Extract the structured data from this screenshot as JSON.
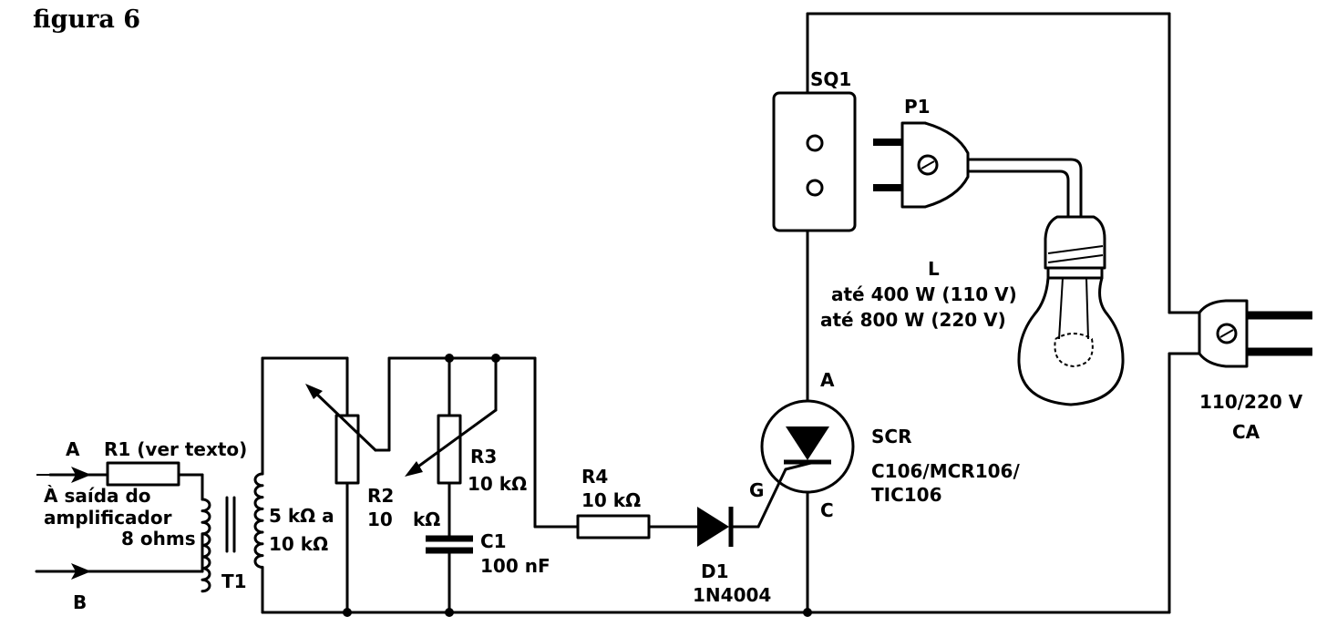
{
  "figure": {
    "title": "figura 6"
  },
  "terminals": {
    "a": "A",
    "b": "B"
  },
  "input": {
    "line1": "À saída do",
    "line2": "amplificador",
    "impedance": "8 ohms"
  },
  "r1": {
    "label": "R1 (ver texto)"
  },
  "t1": {
    "label": "T1",
    "value1": "5 kΩ a",
    "value2": "10 kΩ"
  },
  "r2": {
    "label": "R2",
    "value1": "10",
    "value2": "kΩ"
  },
  "r3": {
    "label": "R3",
    "value": "10 kΩ"
  },
  "c1": {
    "label": "C1",
    "value": "100 nF"
  },
  "r4": {
    "label": "R4",
    "value": "10 kΩ"
  },
  "d1": {
    "label": "D1",
    "part": "1N4004"
  },
  "scr": {
    "label": "SCR",
    "part1": "C106/MCR106/",
    "part2": "TIC106",
    "anode": "A",
    "gate": "G",
    "cathode": "C"
  },
  "sq1": {
    "label": "SQ1"
  },
  "p1": {
    "label": "P1"
  },
  "lamp": {
    "label": "L",
    "rating1": "até 400 W (110 V)",
    "rating2": "até 800 W (220 V)"
  },
  "mains": {
    "voltage": "110/220 V",
    "type": "CA"
  }
}
